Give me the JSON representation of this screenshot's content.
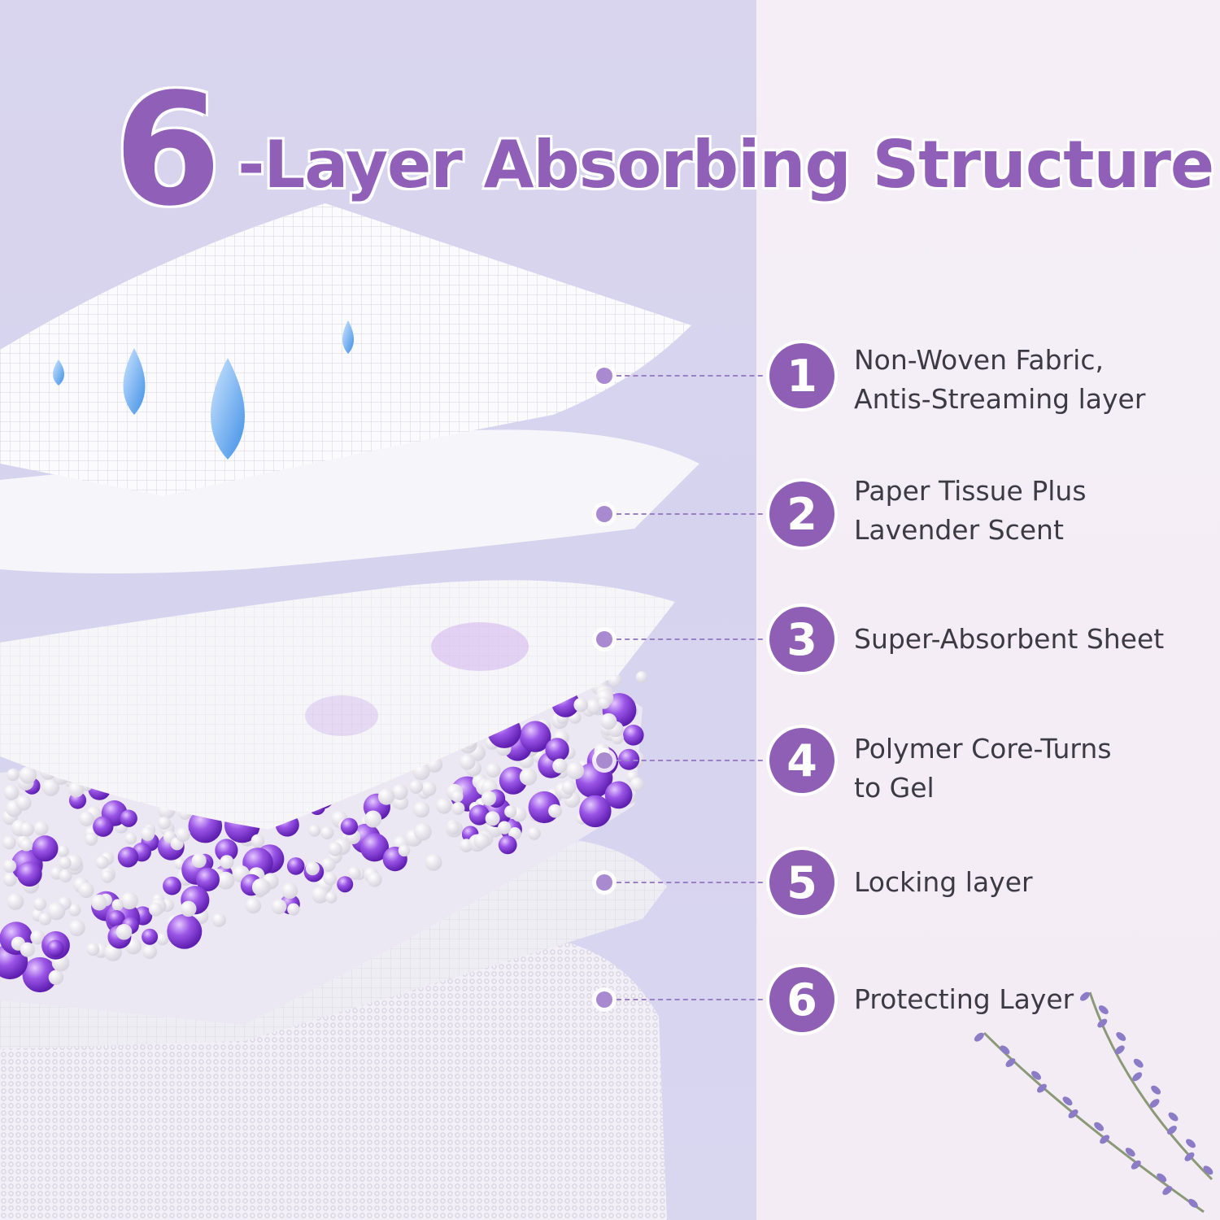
{
  "title": {
    "number": "6",
    "text": "-Layer Absorbing Structure"
  },
  "layers": [
    {
      "number": "1",
      "lines": [
        "Non-Woven Fabric,",
        "Antis-Streaming layer"
      ]
    },
    {
      "number": "2",
      "lines": [
        "Paper Tissue Plus",
        "Lavender Scent"
      ]
    },
    {
      "number": "3",
      "lines": [
        "Super-Absorbent Sheet"
      ]
    },
    {
      "number": "4",
      "lines": [
        "Polymer Core-Turns",
        "to Gel"
      ]
    },
    {
      "number": "5",
      "lines": [
        "Locking layer"
      ]
    },
    {
      "number": "6",
      "lines": [
        "Protecting Layer"
      ]
    }
  ],
  "colors": {
    "accent": "#8f5fb6",
    "title": "#9060b8",
    "text": "#3c3a44",
    "bead_purple": "#8a3fd8",
    "bead_white": "#f4f2f6",
    "droplet": "#5aa8ee"
  },
  "icons": [
    "water-droplet-icon",
    "lavender-sprig-icon",
    "number-badge-icon"
  ]
}
